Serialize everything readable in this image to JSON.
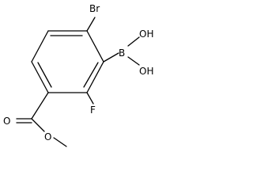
{
  "molecule": {
    "atoms": {
      "br": "Br",
      "b": "B",
      "oh_top": "OH",
      "oh_bottom": "OH",
      "f": "F",
      "o_carbonyl": "O",
      "o_ester": "O"
    },
    "colors": {
      "bond": "#000000",
      "text": "#000000",
      "background": "#ffffff"
    }
  }
}
